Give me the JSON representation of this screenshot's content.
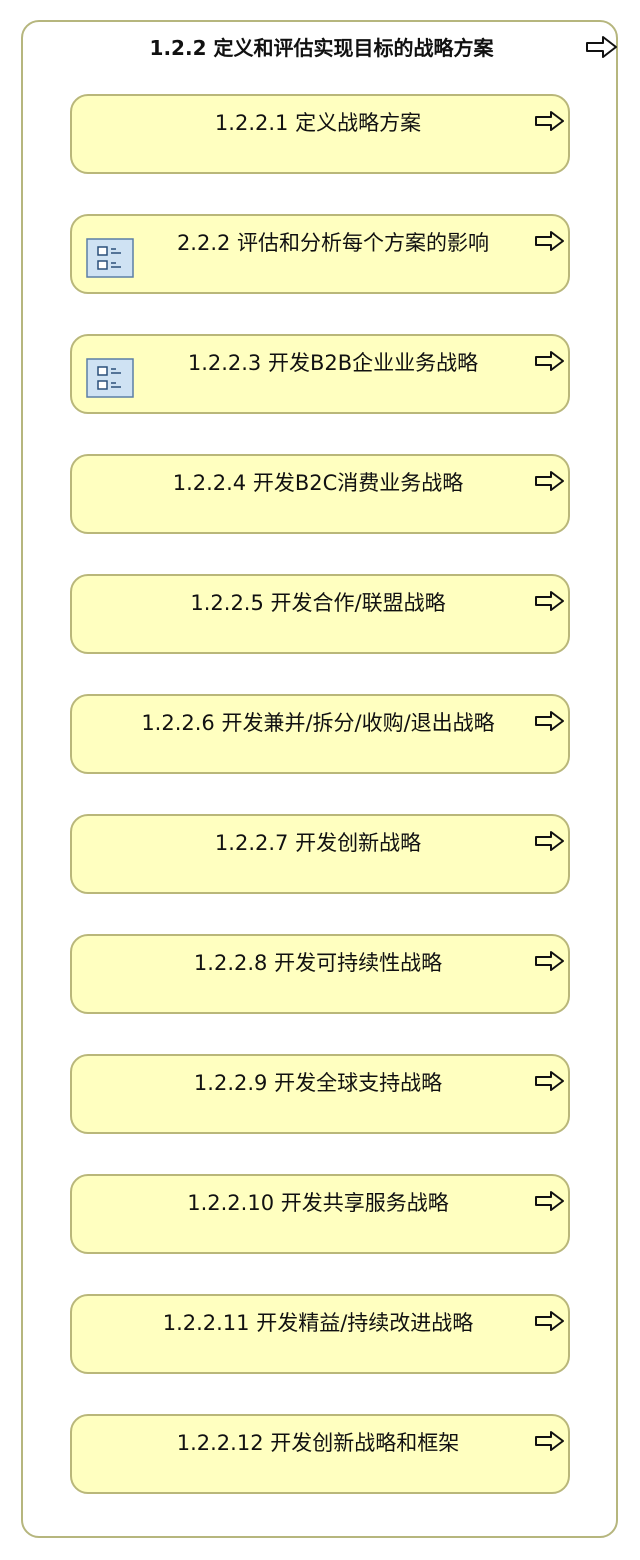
{
  "container": {
    "title": "1.2.2 定义和评估实现目标的战略方案",
    "arrow_icon": "arrow-right-outline-icon"
  },
  "cards": [
    {
      "label": "1.2.2.1 定义战略方案",
      "has_icon": false
    },
    {
      "label": "2.2.2 评估和分析每个方案的影响",
      "has_icon": true
    },
    {
      "label": "1.2.2.3 开发B2B企业业务战略",
      "has_icon": true
    },
    {
      "label": "1.2.2.4 开发B2C消费业务战略",
      "has_icon": false
    },
    {
      "label": "1.2.2.5 开发合作/联盟战略",
      "has_icon": false
    },
    {
      "label": "1.2.2.6 开发兼并/拆分/收购/退出战略",
      "has_icon": false
    },
    {
      "label": "1.2.2.7 开发创新战略",
      "has_icon": false
    },
    {
      "label": "1.2.2.8 开发可持续性战略",
      "has_icon": false
    },
    {
      "label": "1.2.2.9 开发全球支持战略",
      "has_icon": false
    },
    {
      "label": "1.2.2.10 开发共享服务战略",
      "has_icon": false
    },
    {
      "label": "1.2.2.11 开发精益/持续改进战略",
      "has_icon": false
    },
    {
      "label": "1.2.2.12 开发创新战略和框架",
      "has_icon": false
    }
  ],
  "colors": {
    "card_fill": "#ffffc0",
    "card_border": "#b9b77a",
    "container_border": "#b6b67e",
    "icon_fill": "#cfe2f3",
    "icon_stroke": "#5b7fa6"
  }
}
